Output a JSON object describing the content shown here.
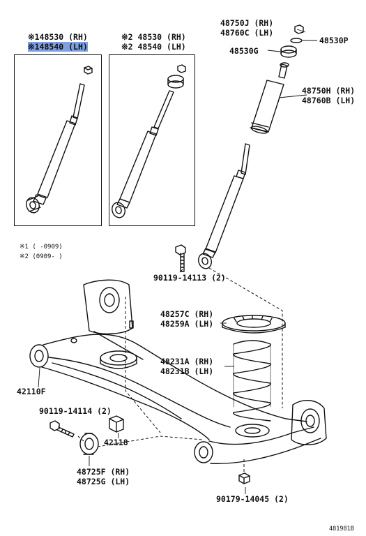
{
  "notes": {
    "note1": "※1 (     -0909)",
    "note2": "※2 (0909-     )"
  },
  "figure_id": "481981B",
  "parts": {
    "p1_rh": "※148530 (RH)",
    "p1_lh": "※148540 (LH)",
    "p2_rh": "※2 48530 (RH)",
    "p2_lh": "※2 48540 (LH)",
    "p_48750j": "48750J (RH)",
    "p_48760c": "48760C (LH)",
    "p_48530p": "48530P",
    "p_48530g": "48530G",
    "p_48750h": "48750H (RH)",
    "p_48760b": "48760B (LH)",
    "p_90119_14113": "90119-14113 (2)",
    "p_48257c": "48257C (RH)",
    "p_48259a": "48259A (LH)",
    "p_48231a": "48231A (RH)",
    "p_48231b": "48231B (LH)",
    "p_42110f": "42110F",
    "p_90119_14114": "90119-14114 (2)",
    "p_42118": "42118",
    "p_48725f": "48725F (RH)",
    "p_48725g": "48725G (LH)",
    "p_90179_14045": "90179-14045 (2)"
  }
}
